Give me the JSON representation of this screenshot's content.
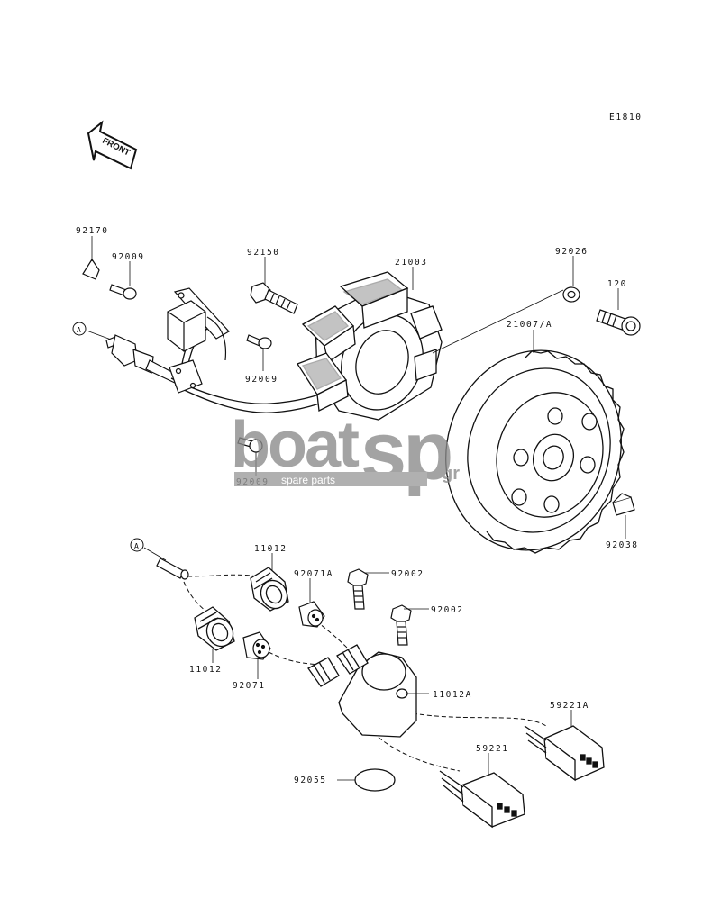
{
  "diagram_code": "E1810",
  "front_marker": "FRONT",
  "callouts": {
    "a_top": "A",
    "a_bottom": "A"
  },
  "part_numbers": {
    "p92170": "92170",
    "p92009_a": "92009",
    "p92150": "92150",
    "p21003": "21003",
    "p92026": "92026",
    "p120": "120",
    "p21007a": "21007/A",
    "p92009_b": "92009",
    "p92009_c": "92009",
    "p92038": "92038",
    "p11012_top": "11012",
    "p92071a": "92071A",
    "p92002_a": "92002",
    "p92002_b": "92002",
    "p11012_left": "11012",
    "p92071": "92071",
    "p11012a": "11012A",
    "p59221a": "59221A",
    "p59221": "59221",
    "p92055": "92055"
  },
  "watermark": {
    "brand_left": "boat",
    "brand_right": "sp",
    "suffix": "gr",
    "tagline": "spare parts"
  },
  "colors": {
    "line": "#111111",
    "watermark_gray": "#7a7a7a",
    "watermark_light": "#c9c9c9"
  }
}
